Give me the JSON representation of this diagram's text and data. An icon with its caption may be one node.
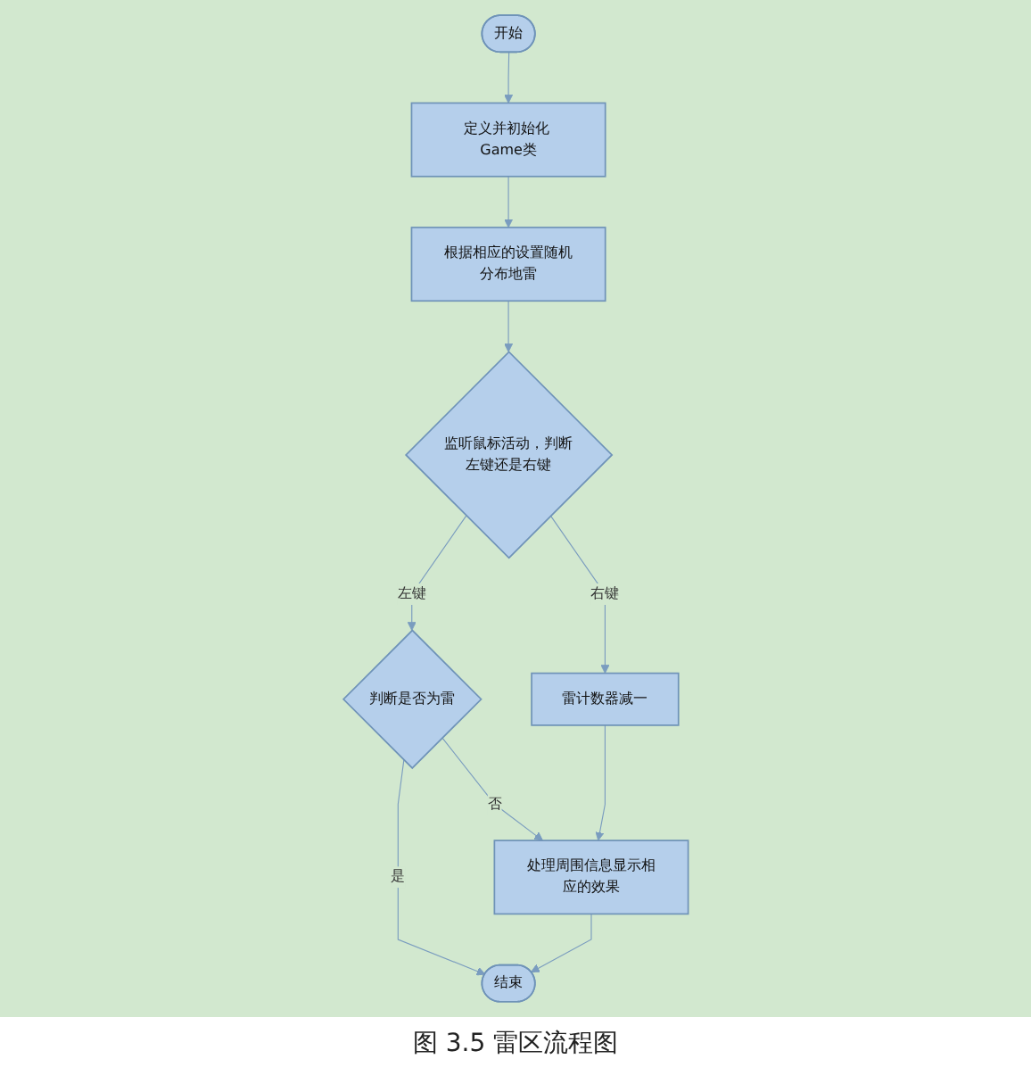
{
  "diagram": {
    "caption": "图 3.5 雷区流程图",
    "nodes": [
      {
        "text": [
          "开始"
        ]
      },
      {
        "text": [
          "定义并初始化 Game类"
        ]
      },
      {
        "text": [
          "根据相应的设置随机分布地雷"
        ]
      },
      {
        "text": [
          "监听鼠标活动，判断左键还是右键"
        ]
      },
      {
        "text": [
          "判断是否为雷"
        ]
      },
      {
        "text": [
          "雷计数器减一"
        ]
      },
      {
        "text": [
          "处理周围信息显示相应的效果"
        ]
      },
      {
        "text": [
          "结束"
        ]
      }
    ],
    "edges": [
      {
        "from": 0,
        "to": 1,
        "arrow": "to"
      },
      {
        "from": 1,
        "to": 2,
        "arrow": "to"
      },
      {
        "from": 2,
        "to": 3,
        "arrow": "to"
      },
      {
        "from": 3,
        "to": 4,
        "arrow": "to",
        "label": "左键"
      },
      {
        "from": 3,
        "to": 5,
        "arrow": "to",
        "label": "右键"
      },
      {
        "from": 4,
        "to": 7,
        "arrow": "to",
        "label": "是"
      },
      {
        "from": 4,
        "to": 6,
        "arrow": "to",
        "label": "否"
      },
      {
        "from": 5,
        "to": 6,
        "arrow": "to"
      },
      {
        "from": 6,
        "to": 7,
        "arrow": "to"
      }
    ]
  }
}
